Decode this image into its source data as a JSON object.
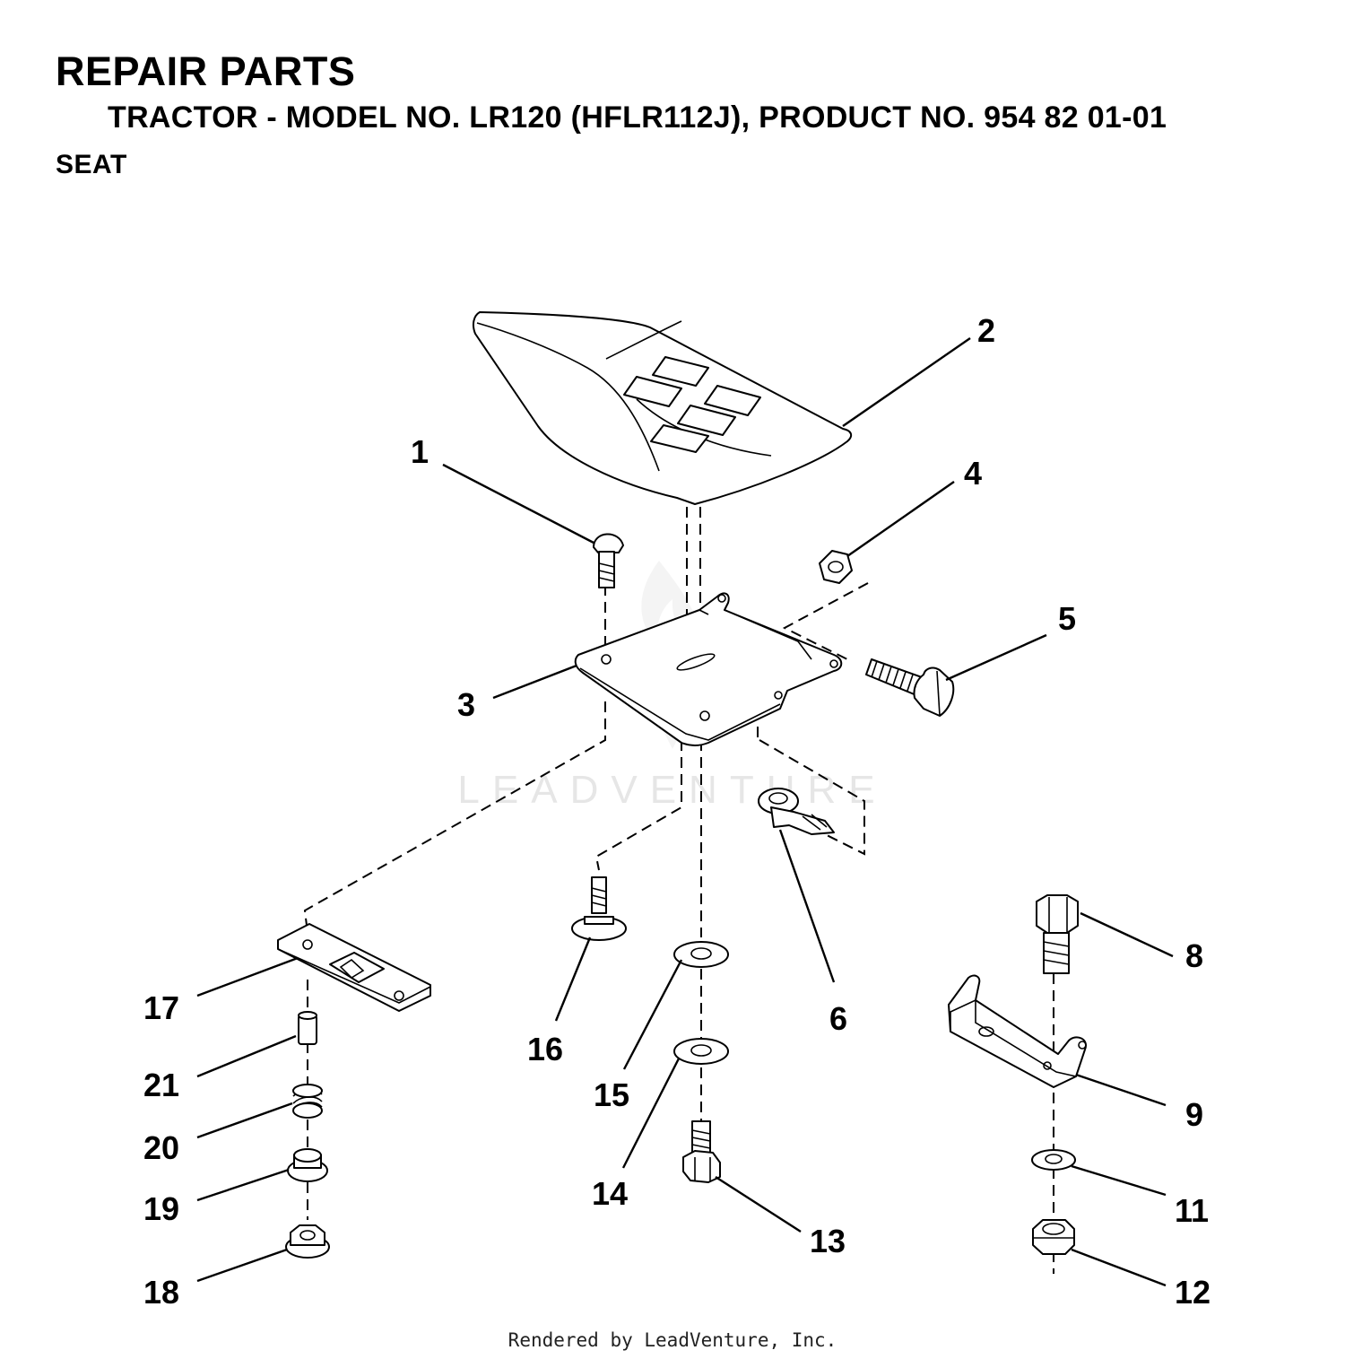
{
  "header": {
    "title": "REPAIR PARTS",
    "subtitle": "TRACTOR - MODEL NO. LR120 (HFLR112J), PRODUCT NO. 954 82 01-01",
    "section": "SEAT"
  },
  "watermark": "LEADVENTURE",
  "footer": "Rendered by LeadVenture, Inc.",
  "callouts": {
    "c1": "1",
    "c2": "2",
    "c3": "3",
    "c4": "4",
    "c5": "5",
    "c6": "6",
    "c8": "8",
    "c9": "9",
    "c11": "11",
    "c12": "12",
    "c13": "13",
    "c14": "14",
    "c15": "15",
    "c16": "16",
    "c17": "17",
    "c18": "18",
    "c19": "19",
    "c20": "20",
    "c21": "21"
  }
}
